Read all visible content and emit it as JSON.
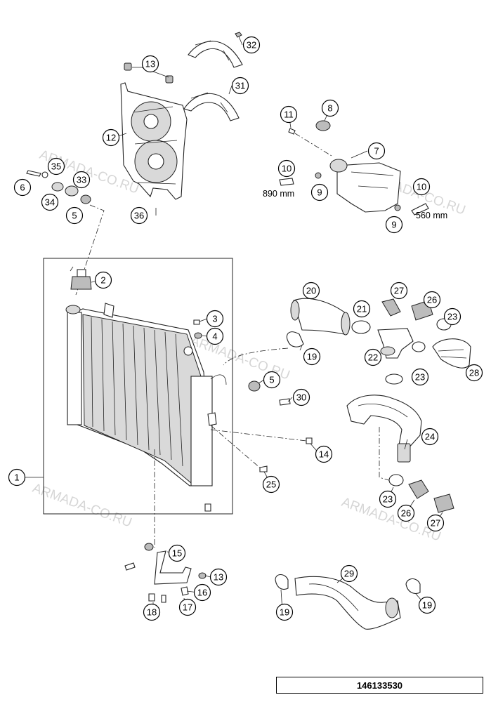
{
  "part_labels": [
    "1",
    "2",
    "3",
    "4",
    "5",
    "5",
    "6",
    "7",
    "8",
    "9",
    "9",
    "10",
    "10",
    "11",
    "12",
    "13",
    "13",
    "14",
    "15",
    "16",
    "17",
    "18",
    "19",
    "19",
    "19",
    "20",
    "21",
    "22",
    "23",
    "23",
    "23",
    "24",
    "25",
    "26",
    "26",
    "27",
    "27",
    "28",
    "29",
    "30",
    "31",
    "32",
    "33",
    "34",
    "35",
    "36"
  ],
  "dimensions": {
    "hose_left": "890 mm",
    "hose_right": "560 mm"
  },
  "watermark": "ARMADA-CO.RU",
  "drawing_number": "146133530"
}
